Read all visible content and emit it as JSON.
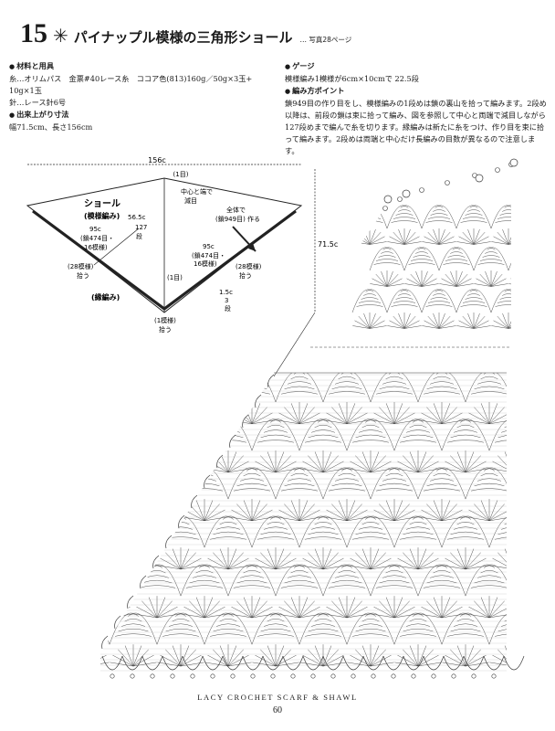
{
  "header": {
    "number": "15",
    "asterisk": "✳",
    "title": "パイナップル模様の三角形ショール",
    "photo_ref": "… 写真28ページ"
  },
  "left": {
    "materials": {
      "heading": "材料と用具",
      "yarn_line1": "糸…オリムパス　金票#40レース糸　ココア色(813)160g／50g×3玉+",
      "yarn_line2": "10g×1玉",
      "hook": "針…レース針6号"
    },
    "size": {
      "heading": "出来上がり寸法",
      "value": "幅71.5cm、長さ156cm"
    }
  },
  "right": {
    "gauge": {
      "heading": "ゲージ",
      "value": "模様編み1模様が6cm×10cmで 22.5段"
    },
    "points": {
      "heading": "編み方ポイント",
      "text": "鎖949目の作り目をし、模様編みの1段めは鎖の裏山を拾って編みます。2段め以降は、前段の鎖は束に拾って編み、図を参照して中心と両端で減目しながら127段めまで編んで糸を切ります。縁編みは新たに糸をつけ、作り目を束に拾って編みます。2段めは両端と中心だけ長編みの目数が異なるので注意します。"
    }
  },
  "diagram": {
    "width_label": "156c",
    "top_stitch": "(1目)",
    "shawl_label": "ショール",
    "pattern_label": "(模様編み)",
    "center_note1": "中心と端で",
    "center_note2": "減目",
    "whole_note1": "全体で",
    "whole_note2": "(鎖949目) 作る",
    "left_dim": "56.5c",
    "left_rows": "127",
    "left_rows_unit": "段",
    "left_95": "95c",
    "left_chain": "(鎖474目・",
    "left_patterns": "16模様)",
    "right_95": "95c",
    "right_chain": "(鎖474目・",
    "right_patterns": "16模様)",
    "left_28a": "(28模様)",
    "left_28b": "拾う",
    "right_28a": "(28模様)",
    "right_28b": "拾う",
    "center_1st": "(1目)",
    "edge_label": "(縁編み)",
    "edge_dim": "1.5c",
    "edge_rows": "3",
    "edge_rows_unit": "段",
    "bottom_a": "(1模様)",
    "bottom_b": "拾う",
    "height_label": "71.5c"
  },
  "footer": {
    "series": "LACY CROCHET SCARF & SHAWL",
    "page": "60"
  }
}
